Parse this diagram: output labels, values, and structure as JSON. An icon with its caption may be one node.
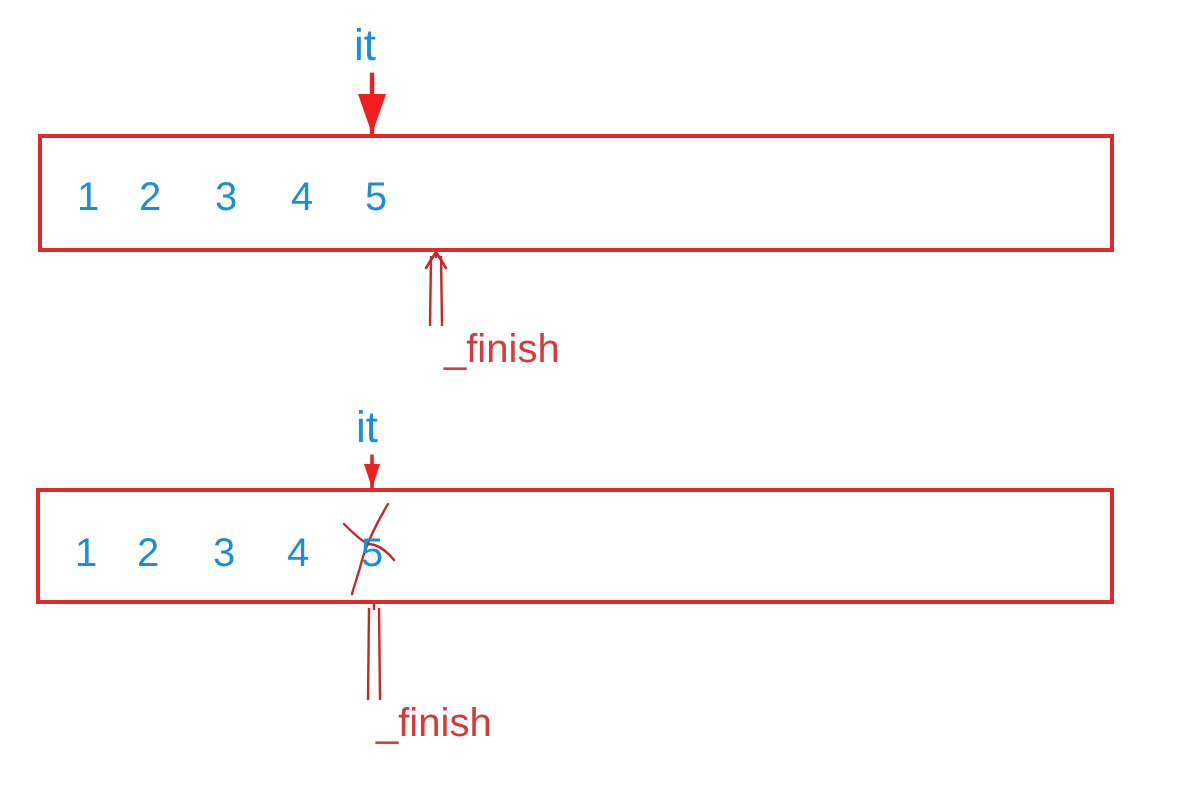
{
  "diagram": {
    "nodes": [
      {
        "text": [
          "it"
        ]
      },
      {
        "text": [
          "1",
          "2",
          "3",
          "4",
          "5"
        ]
      },
      {
        "text": [
          "_finish"
        ]
      },
      {
        "text": [
          "it"
        ]
      },
      {
        "text": [
          "1",
          "2",
          "3",
          "4",
          "5"
        ]
      },
      {
        "text": [
          "_finish"
        ]
      }
    ],
    "edges": [
      {
        "from": 0,
        "to": 1,
        "arrow": "to"
      },
      {
        "from": 2,
        "to": 1,
        "arrow": "to",
        "color": "#c62828"
      },
      {
        "from": 3,
        "to": 4,
        "arrow": "to"
      },
      {
        "from": 5,
        "to": 4,
        "arrow": "none",
        "color": "#c62828"
      }
    ]
  }
}
